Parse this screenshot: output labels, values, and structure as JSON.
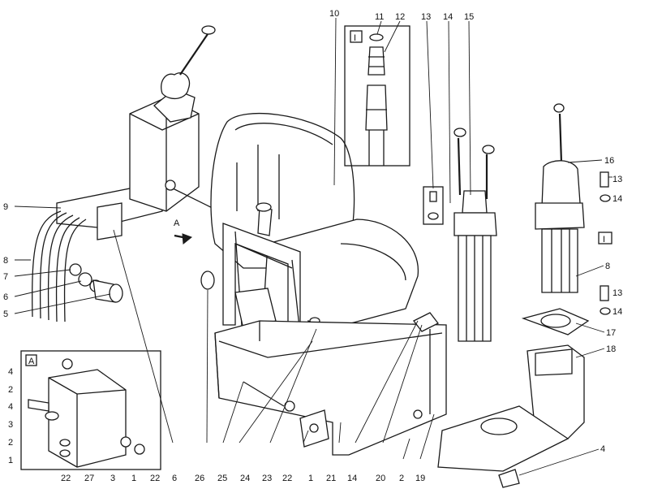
{
  "inset_markers": {
    "roman_i": "I",
    "view_a": "А"
  },
  "labels": {
    "n1": "1",
    "n2": "2",
    "n3": "3",
    "n4": "4",
    "n5": "5",
    "n6": "6",
    "n7": "7",
    "n8": "8",
    "n9": "9",
    "n10": "10",
    "n11": "11",
    "n12": "12",
    "n13": "13",
    "n14": "14",
    "n15": "15",
    "n16": "16",
    "n17": "17",
    "n18": "18",
    "n19": "19",
    "n20": "20",
    "n21": "21",
    "n22": "22",
    "n23": "23",
    "n24": "24",
    "n25": "25",
    "n26": "26",
    "n27": "27",
    "arrow_a": "А"
  }
}
